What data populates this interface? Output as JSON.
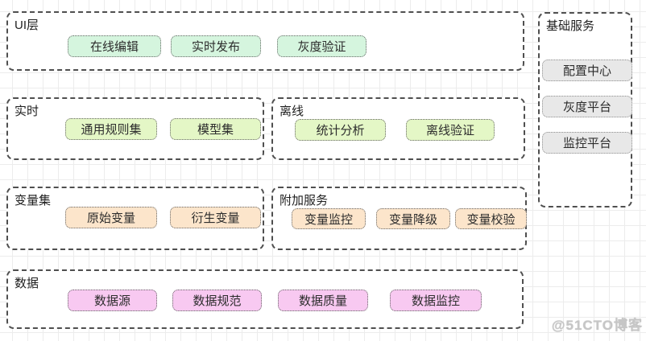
{
  "diagram": {
    "groups": {
      "ui": {
        "title": "UI层",
        "items": [
          "在线编辑",
          "实时发布",
          "灰度验证"
        ]
      },
      "realtime": {
        "title": "实时",
        "items": [
          "通用规则集",
          "模型集"
        ]
      },
      "offline": {
        "title": "离线",
        "items": [
          "统计分析",
          "离线验证"
        ]
      },
      "variables": {
        "title": "变量集",
        "items": [
          "原始变量",
          "衍生变量"
        ]
      },
      "addons": {
        "title": "附加服务",
        "items": [
          "变量监控",
          "变量降级",
          "变量校验"
        ]
      },
      "data": {
        "title": "数据",
        "items": [
          "数据源",
          "数据规范",
          "数据质量",
          "数据监控"
        ]
      },
      "base": {
        "title": "基础服务",
        "items": [
          "配置中心",
          "灰度平台",
          "监控平台"
        ]
      }
    },
    "colors": {
      "ui_chip": "#d5f5de",
      "engine_chip": "#e4f7c6",
      "variable_chip": "#fce5cb",
      "data_chip": "#f8c9f1",
      "base_chip": "#e8e8e8",
      "group_border": "#4f4f4f",
      "grid": "#ececec"
    },
    "watermark": "@51CTO博客"
  }
}
